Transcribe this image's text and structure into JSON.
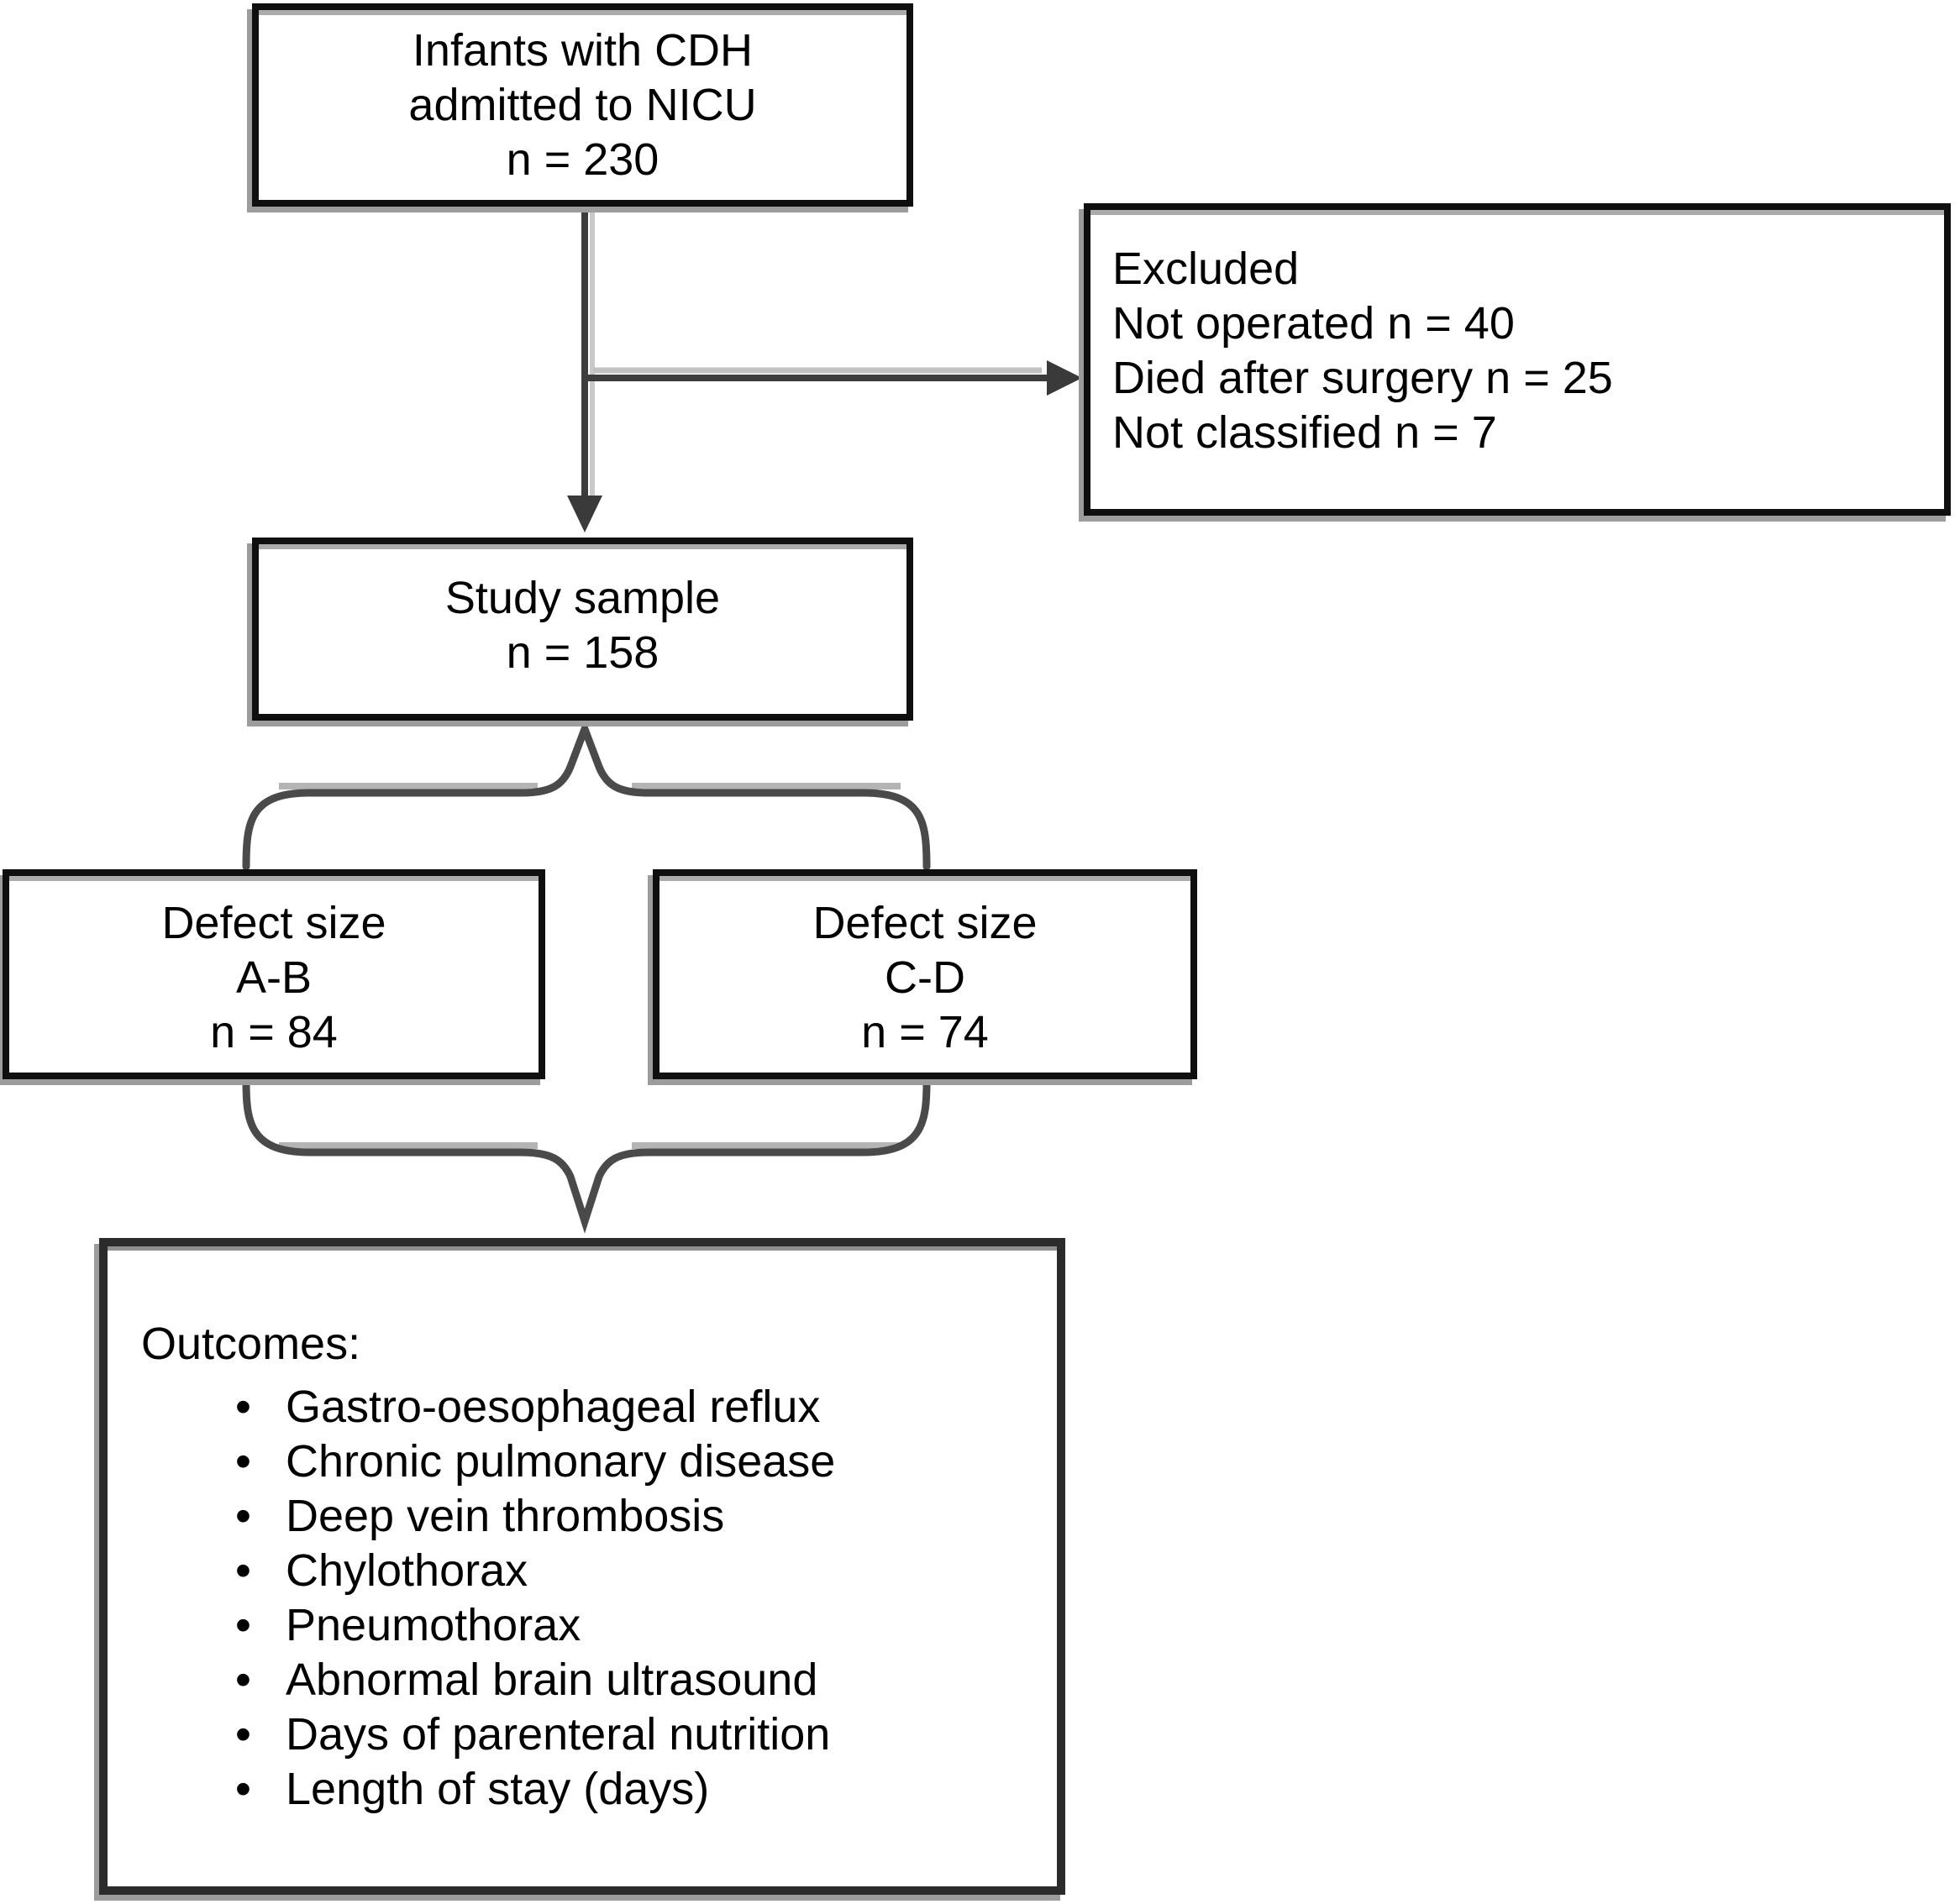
{
  "figure": {
    "type": "study-flow-diagram",
    "background": "#ffffff",
    "colors": {
      "box_border": "#0f0f0f",
      "outcomes_border": "#2b2b2b",
      "connector": "#3d3d3d",
      "brace": "#4a4a4a",
      "shadow": "#9c9c9c",
      "text": "#000000"
    },
    "boxes": {
      "infants": {
        "lines": [
          "Infants with CDH",
          "admitted to NICU",
          "n = 230"
        ]
      },
      "excluded": {
        "lines": [
          "Excluded",
          "Not operated n = 40",
          "Died after surgery n = 25",
          "Not classified n = 7"
        ]
      },
      "study": {
        "lines": [
          "Study sample",
          "n = 158"
        ]
      },
      "defect_ab": {
        "lines": [
          "Defect size",
          "A-B",
          "n = 84"
        ]
      },
      "defect_cd": {
        "lines": [
          "Defect size",
          "C-D",
          "n = 74"
        ]
      },
      "outcomes": {
        "heading": "Outcomes:",
        "bullets": [
          "Gastro-oesophageal reflux",
          "Chronic pulmonary disease",
          "Deep vein thrombosis",
          "Chylothorax",
          "Pneumothorax",
          "Abnormal brain ultrasound",
          "Days of parenteral nutrition",
          "Length of stay (days)"
        ]
      }
    }
  }
}
